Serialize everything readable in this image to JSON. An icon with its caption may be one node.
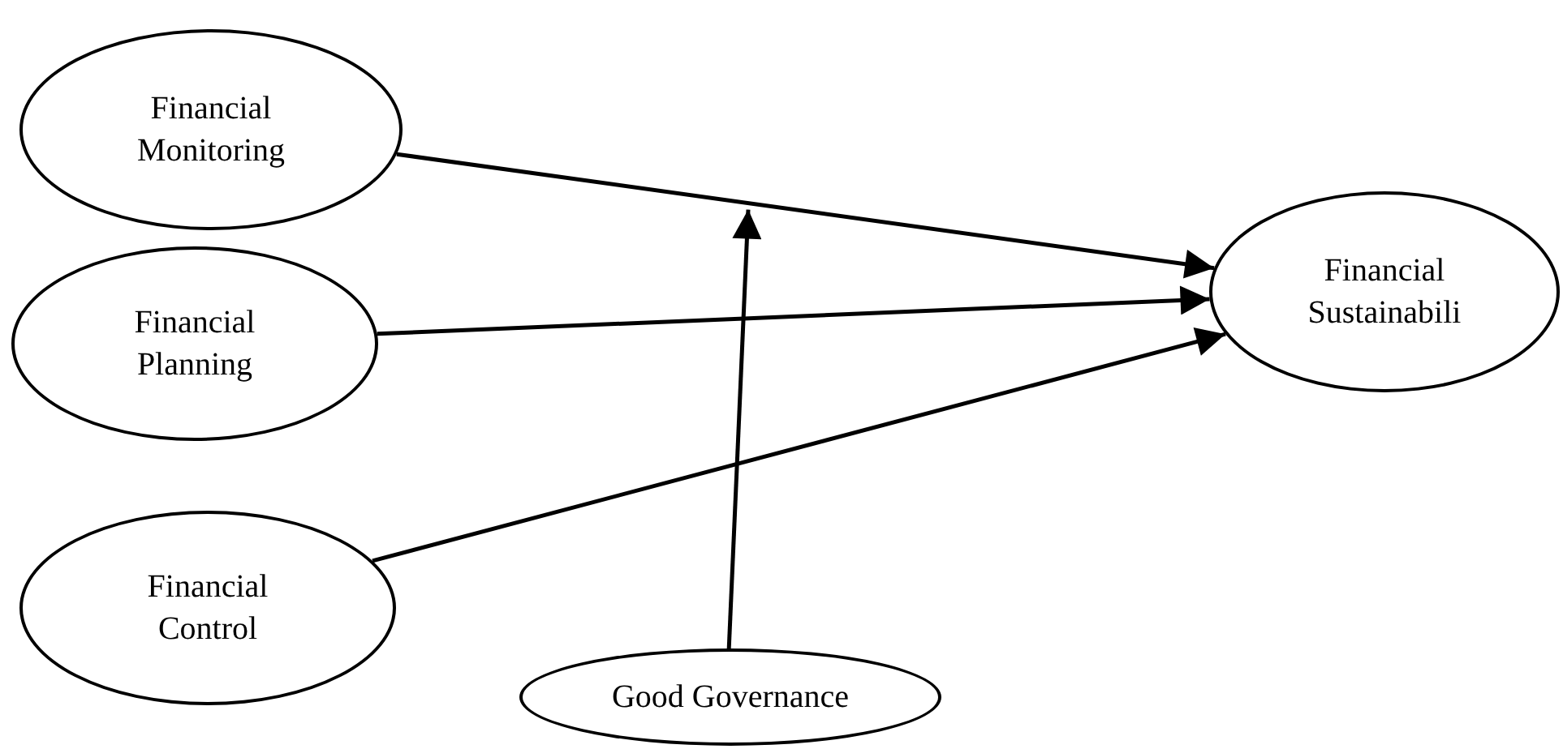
{
  "diagram": {
    "nodes": [
      {
        "text": [
          "Financial Monitoring"
        ]
      },
      {
        "text": [
          "Financial Sustainabili"
        ]
      },
      {
        "text": [
          "Financial Planning"
        ]
      },
      {
        "text": [
          "Financial Control"
        ]
      },
      {
        "text": [
          "Good Governance"
        ]
      }
    ],
    "edges": [
      {
        "from": 0,
        "to": 1,
        "arrow": "to"
      },
      {
        "from": 2,
        "to": 1,
        "arrow": "to"
      },
      {
        "from": 3,
        "to": 1,
        "arrow": "to"
      },
      {
        "from": 4,
        "to": null,
        "arrow": "to"
      }
    ]
  }
}
